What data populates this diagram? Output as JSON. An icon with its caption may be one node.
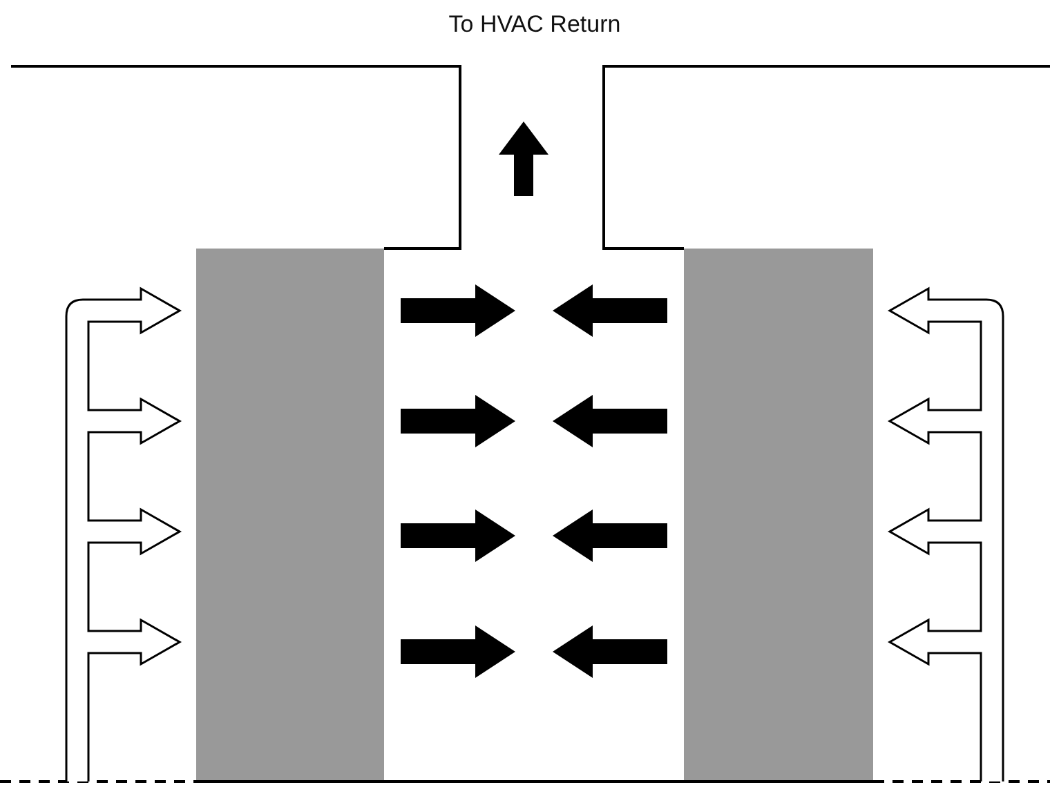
{
  "diagram": {
    "nodes": [
      {
        "text": [],
        "shape": "box"
      },
      {
        "text": [],
        "shape": "box"
      }
    ],
    "labels": [
      "To HVAC Return"
    ]
  }
}
